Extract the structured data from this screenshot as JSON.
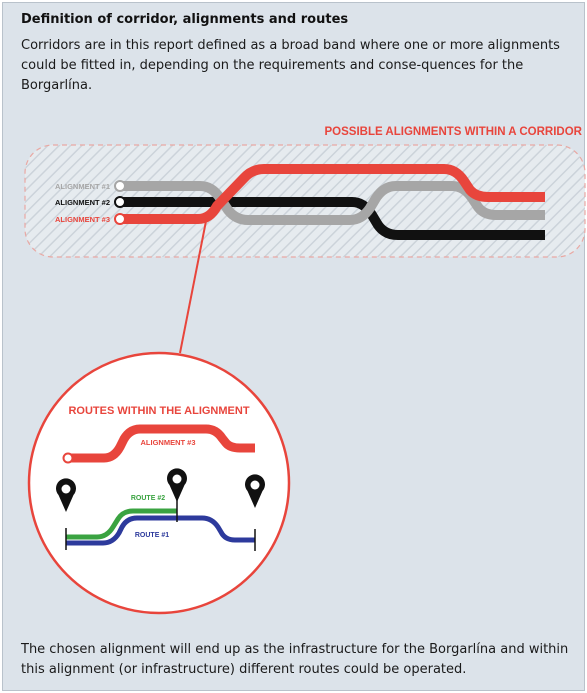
{
  "heading": "Definition of corridor, alignments and routes",
  "intro_text": "Corridors are in this report defined as a broad band where one or more alignments could be fitted in, depending on the requirements and conse-quences for the Borgarlína.",
  "corridor": {
    "title": "POSSIBLE ALIGNMENTS WITHIN A CORRIDOR",
    "alignments": [
      {
        "label": "ALIGNMENT #1",
        "color": "#a6a6a6"
      },
      {
        "label": "ALIGNMENT #2",
        "color": "#111111"
      },
      {
        "label": "ALIGNMENT #3",
        "color": "#e8453c"
      }
    ]
  },
  "routes_circle": {
    "title": "ROUTES WITHIN THE ALIGNMENT",
    "alignment_label": "ALIGNMENT #3",
    "route_2_label": "ROUTE #2",
    "route_1_label": "ROUTE #1",
    "route_2_color": "#3aa341",
    "route_1_color": "#2d3a9c"
  },
  "outro_text": "The chosen alignment will end up as the infrastructure for the Borgarlína and within this alignment (or infrastructure) different routes could be operated."
}
